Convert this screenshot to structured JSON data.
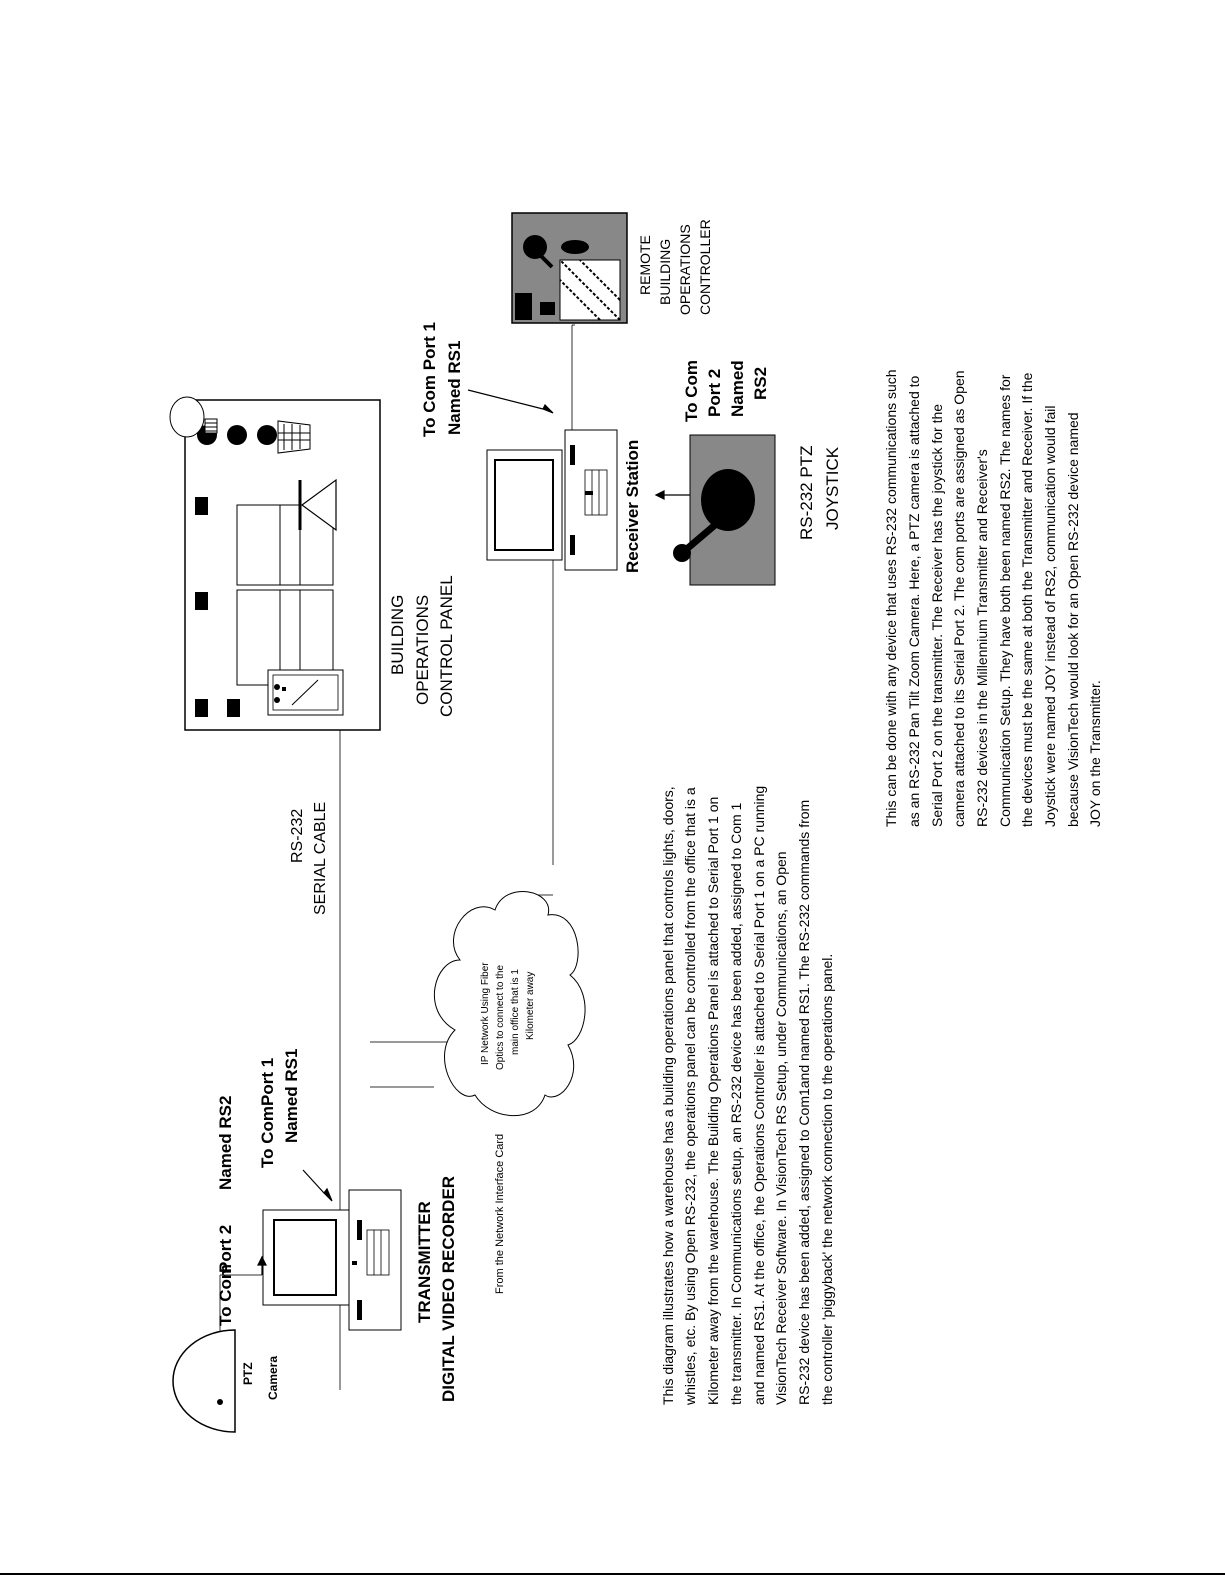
{
  "labels": {
    "ptz_camera_1": "PTZ",
    "ptz_camera_2": "Camera",
    "to_com_port2_a": "To Com",
    "to_com_port2_b": "Port 2",
    "to_com_port2_c": "Named RS2",
    "to_comport1_a": "To ComPort 1",
    "to_comport1_b": "Named RS1",
    "transmitter_1": "TRANSMITTER",
    "transmitter_2": "DIGITAL VIDEO RECORDER",
    "nic": "From the Network Interface Card",
    "cloud_1": "IP Network Using Fiber",
    "cloud_2": "Optics to connect to the",
    "cloud_3": "main office that is 1",
    "cloud_4": "Kilometer away",
    "serial_cable_1": "RS-232",
    "serial_cable_2": "SERIAL CABLE",
    "panel_1": "BUILDING",
    "panel_2": "OPERATIONS",
    "panel_3": "CONTROL PANEL",
    "rx_port1_a": "To Com Port 1",
    "rx_port1_b": "Named RS1",
    "receiver": "Receiver Station",
    "rx_port2_a": "To Com",
    "rx_port2_b": "Port 2",
    "rx_port2_c": "Named",
    "rx_port2_d": "RS2",
    "joystick_1": "RS-232 PTZ",
    "joystick_2": "JOYSTICK",
    "remote_1": "REMOTE",
    "remote_2": "BUILDING",
    "remote_3": "OPERATIONS",
    "remote_4": "CONTROLLER"
  },
  "paragraph1": [
    "This diagram illustrates how a warehouse has a building operations panel that controls lights, doors,",
    "whistles, etc.  By using Open RS-232, the operations panel can be controlled from the office that is a",
    "Kilometer away from the warehouse.  The Building Operations Panel is attached to Serial Port 1 on",
    "the transmitter.  In Communications setup, an RS-232 device has been added, assigned to Com 1",
    "and named RS1. At the office, the Operations Controller is attached to Serial Port 1 on a PC running",
    "VisionTech Receiver Software.  In VisionTech RS Setup, under Communications, an Open",
    "RS-232 device has been added, assigned to Com1and named RS1. The RS-232 commands from",
    "the controller 'piggyback' the network connection to the operations panel."
  ],
  "paragraph2": [
    "This can be done with any device that uses RS-232 communications such",
    "as an RS-232 Pan Tilt Zoom Camera. Here, a PTZ camera is attached to",
    "Serial Port 2 on the transmitter. The Receiver has the joystick for the",
    "camera attached to its Serial Port 2.  The com ports are assigned as Open",
    "RS-232 devices in the Millennium Transmitter and Receiver's",
    "Communication Setup.  They have both been named RS2.  The names for",
    "the devices must be the same at both the Transmitter and Receiver.  If the",
    "Joystick were named JOY instead of RS2, communication would fail",
    "because VisionTech would look for an Open RS-232 device named",
    "JOY on the Transmitter."
  ]
}
